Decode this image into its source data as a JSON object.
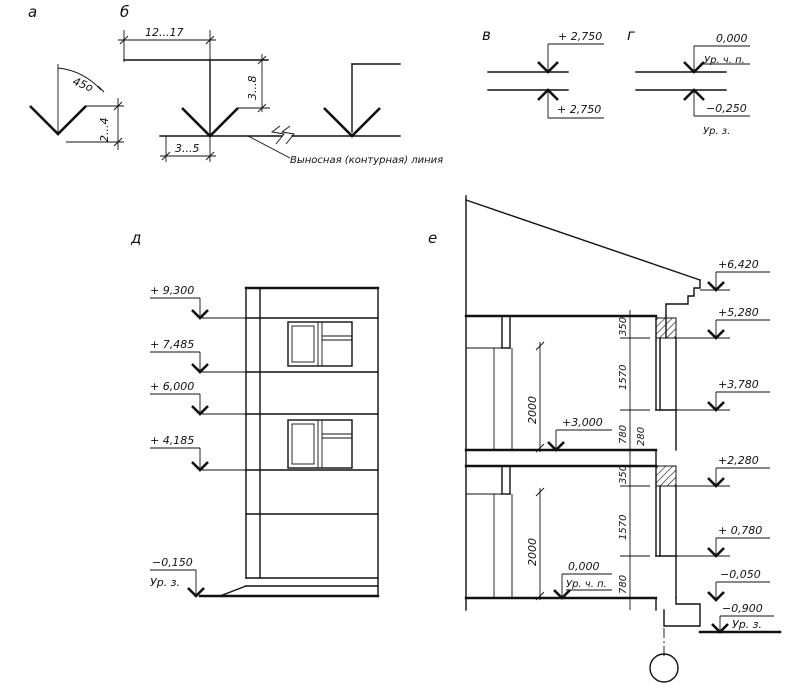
{
  "panels": {
    "a": "а",
    "b": "б",
    "v": "в",
    "g": "г",
    "d": "д",
    "e": "е"
  },
  "panel_a": {
    "angle": "45о",
    "height": "2...4"
  },
  "panel_b": {
    "width": "12...17",
    "height": "3...8",
    "base": "3...5",
    "callout": "Выносная (контурная) линия"
  },
  "panel_v": {
    "top": "+ 2,750",
    "bottom": "+ 2,750"
  },
  "panel_g": {
    "top_value": "0,000",
    "top_note": "Ур. ч. п.",
    "bottom_value": "−0,250",
    "bottom_note": "Ур. з."
  },
  "panel_d": {
    "levels": [
      "+ 9,300",
      "+ 7,485",
      "+ 6,000",
      "+ 4,185",
      "−0,150"
    ],
    "ground": "Ур. з."
  },
  "panel_e": {
    "levels_right": [
      "+6,420",
      "+5,280",
      "+3,780",
      "+2,280",
      "+ 0,780",
      "−0,050",
      "−0,900"
    ],
    "ground": "Ур. з.",
    "floor_top": "+3,000",
    "floor_bottom": "0,000",
    "floor_bottom_note": "Ур. ч. п.",
    "dims": [
      "2000",
      "2000",
      "1570",
      "1570",
      "350",
      "350",
      "780",
      "780",
      "280"
    ]
  }
}
